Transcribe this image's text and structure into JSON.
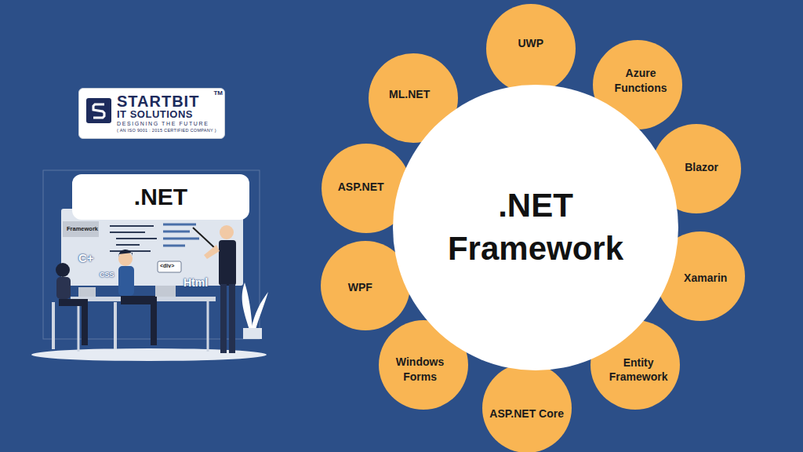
{
  "diagram": {
    "nodes": [
      {
        "text": [
          "STARTBIT",
          "IT SOLUTIONS",
          "DESIGNING THE FUTURE",
          "( AN ISO 9001 : 2015 CERTIFIED COMPANY )"
        ]
      },
      {
        "text": [
          ".NET"
        ]
      },
      {
        "text": [
          ".NET Framework"
        ]
      },
      {
        "text": [
          "UWP"
        ]
      },
      {
        "text": [
          "Azure Functions"
        ]
      },
      {
        "text": [
          "Blazor"
        ]
      },
      {
        "text": [
          "Xamarin"
        ]
      },
      {
        "text": [
          "Entity Framework"
        ]
      },
      {
        "text": [
          "ASP.NET Core"
        ]
      },
      {
        "text": [
          "Windows Forms"
        ]
      },
      {
        "text": [
          "WPF"
        ]
      },
      {
        "text": [
          "ASP.NET"
        ]
      },
      {
        "text": [
          "ML.NET"
        ]
      }
    ],
    "labels": [
      "TM",
      "Framework",
      "C+",
      "CSS",
      "<div>",
      "Html"
    ]
  }
}
